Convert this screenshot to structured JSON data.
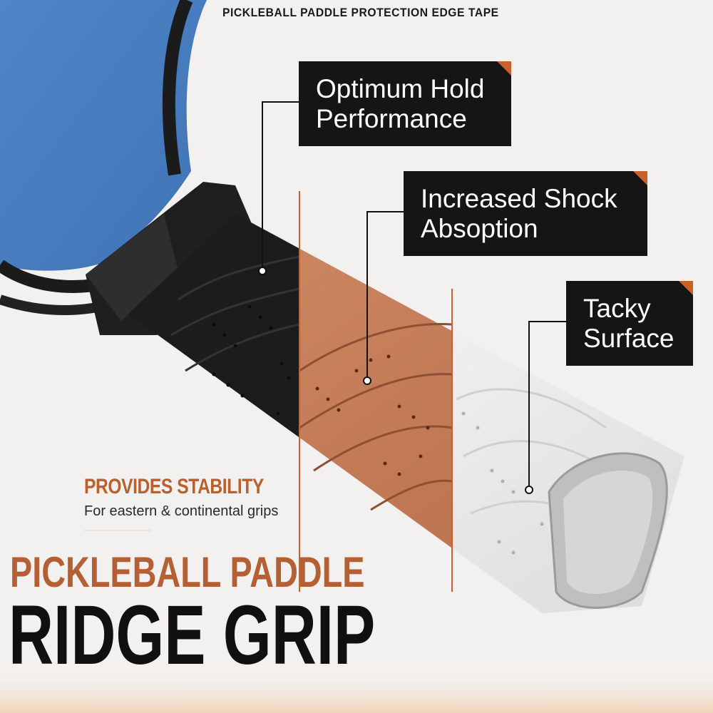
{
  "header": {
    "title": "PICKLEBALL PADDLE PROTECTION EDGE TAPE"
  },
  "callouts": [
    {
      "line1": "Optimum Hold",
      "line2": "Performance"
    },
    {
      "line1": "Increased Shock",
      "line2": "Absoption"
    },
    {
      "line1": "Tacky",
      "line2": "Surface"
    }
  ],
  "stability": {
    "title": "PROVIDES STABILITY",
    "subtitle": "For eastern & continental grips"
  },
  "product": {
    "line1": "PICKLEBALL PADDLE",
    "line2": "RIDGE GRIP"
  },
  "colors": {
    "accent": "#b8612f",
    "paddle_face": "#4a80c2",
    "grip_black": "#1c1c1c",
    "grip_tan": "#c47e5a",
    "grip_white": "#f2f2f2",
    "callout_bg": "#151515"
  }
}
